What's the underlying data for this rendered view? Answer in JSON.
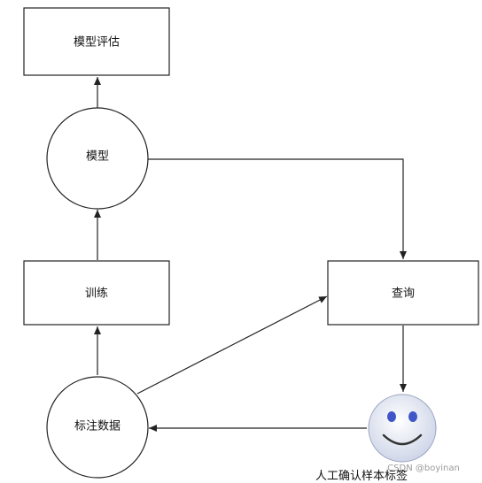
{
  "nodes": {
    "model_eval": "模型评估",
    "model": "模型",
    "training": "训练",
    "query": "查询",
    "labeled_data": "标注数据",
    "human_confirm": "人工确认样本标签"
  },
  "watermark": "CSDN @boyinan",
  "colors": {
    "stroke": "#222222",
    "smiley_face": "#dde3f0",
    "smiley_eyes": "#3f55c8"
  }
}
